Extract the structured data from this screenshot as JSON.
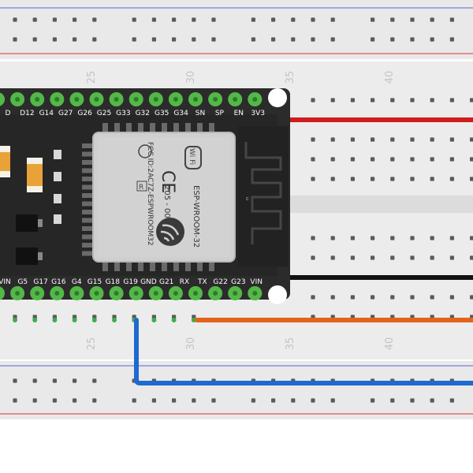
{
  "colors": {
    "board_bg": "#e8e8e8",
    "rail_red": "#e23b3b",
    "rail_blue": "#3b5fd6",
    "hole": "#5a5a5a",
    "active_hole": "#3cb043",
    "pcb": "#2b2b2b",
    "pcb_dark": "#1c1c1c",
    "module_shield": "#c9c9c9",
    "wire_red": "#d01c1c",
    "wire_black": "#111111",
    "wire_orange": "#e2631b",
    "wire_blue": "#1e6ad0",
    "pin_green": "#53b848",
    "capacitor": "#e8a237",
    "antenna": "#2a2a2a"
  },
  "breadboard": {
    "column_numbers_top": [
      "25",
      "30",
      "35",
      "40"
    ],
    "column_numbers_bottom": [
      "25",
      "30",
      "35",
      "40"
    ]
  },
  "esp32": {
    "top_pin_labels": [
      "D",
      "D12",
      "G14",
      "G27",
      "G26",
      "G25",
      "G33",
      "G32",
      "G35",
      "G34",
      "SN",
      "SP",
      "EN",
      "3V3"
    ],
    "bottom_pin_labels": [
      "VIN",
      "G5",
      "G17",
      "G16",
      "G4",
      "G15",
      "G18",
      "G19",
      "GND",
      "G21",
      "RX",
      "TX",
      "G22",
      "G23",
      "VIN"
    ],
    "module_text_lines": [
      "ESP-WROOM-32",
      "205 - 000519",
      "FCC ID:2AC7Z-ESPWROOM32"
    ],
    "wifi_logo_text": "Wi Fi",
    "ce_mark": "CE",
    "r_mark": "R"
  }
}
